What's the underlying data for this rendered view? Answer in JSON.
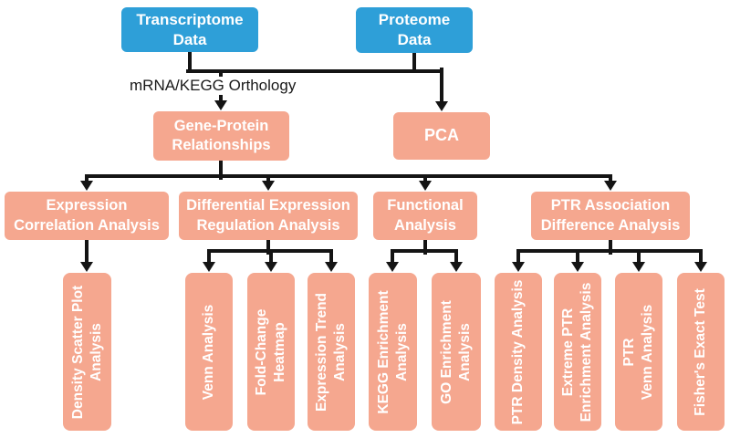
{
  "colors": {
    "node_blue": "#2E9FD8",
    "node_salmon": "#F5A78F",
    "line_black": "#141414",
    "text_white": "#FFFFFF",
    "bg": "#FFFFFF"
  },
  "diagram": {
    "nodes": {
      "transcriptome": "Transcriptome\nData",
      "proteome": "Proteome\nData",
      "gene_protein": "Gene-Protein\nRelationships",
      "pca": "PCA",
      "expression_correlation": "Expression\nCorrelation Analysis",
      "differential_expression": "Differential Expression\nRegulation Analysis",
      "functional": "Functional\nAnalysis",
      "ptr_association": "PTR Association\nDifference Analysis",
      "density_scatter": "Density Scatter Plot\nAnalysis",
      "venn": "Venn Analysis",
      "fold_change": "Fold-Change\nHeatmap",
      "expression_trend": "Expression Trend\nAnalysis",
      "kegg_enrichment": "KEGG Enrichment\nAnalysis",
      "go_enrichment": "GO Enrichment\nAnalysis",
      "ptr_density": "PTR Density Analysis",
      "extreme_ptr": "Extreme PTR\nEnrichment Analysis",
      "ptr_venn": "PTR\nVenn Analysis",
      "fishers": "Fisher's Exact Test"
    },
    "edge_labels": {
      "mrna_kegg": "mRNA/KEGG Orthology"
    }
  }
}
